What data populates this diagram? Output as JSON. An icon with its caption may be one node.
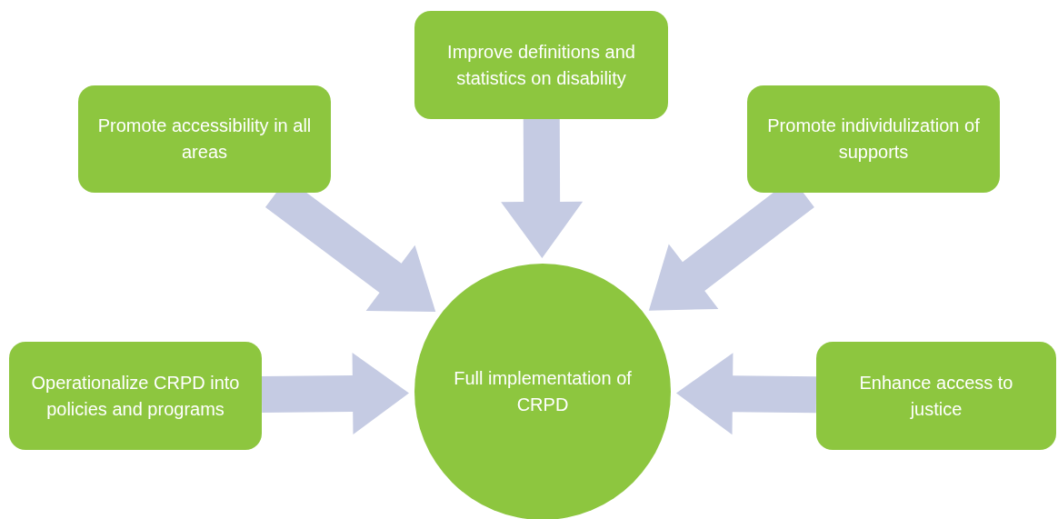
{
  "diagram": {
    "nodes": [
      {
        "text": [
          "Improve definitions and statistics on disability"
        ]
      },
      {
        "text": [
          "Promote accessibility in all areas"
        ]
      },
      {
        "text": [
          "Promote individulization of supports"
        ]
      },
      {
        "text": [
          "Operationalize CRPD into policies and programs"
        ]
      },
      {
        "text": [
          "Full implementation of CRPD"
        ]
      },
      {
        "text": [
          "Enhance access to justice"
        ]
      }
    ],
    "edges": [
      {
        "from": 0,
        "to": 4,
        "arrow": "to"
      },
      {
        "from": 1,
        "to": 4,
        "arrow": "to"
      },
      {
        "from": 2,
        "to": 4,
        "arrow": "to"
      },
      {
        "from": 3,
        "to": 4,
        "arrow": "to"
      },
      {
        "from": 5,
        "to": 4,
        "arrow": "to"
      }
    ]
  }
}
